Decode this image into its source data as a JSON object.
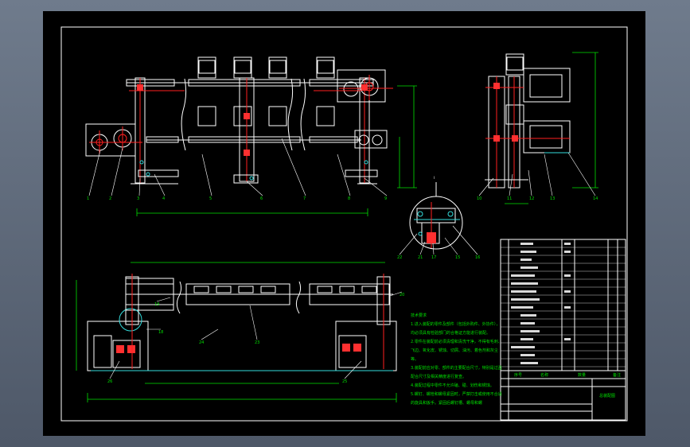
{
  "drawing": {
    "section_label": "I",
    "balloons": {
      "front_view": [
        "1",
        "2",
        "3",
        "4",
        "5",
        "6",
        "7",
        "8",
        "9"
      ],
      "side_view": [
        "10",
        "11",
        "12",
        "13",
        "14"
      ],
      "detail_view": [
        "22",
        "21",
        "17",
        "15",
        "16"
      ],
      "plan_view": [
        "20",
        "19",
        "18",
        "24",
        "23",
        "25",
        "26"
      ]
    },
    "tech_req_heading": "技术要求",
    "tech_req": [
      "1.进入装配的零件及部件（包括外购件、外协件），",
      "均必须具有检验部门的合格证方能进行装配。",
      "2.零件在装配前必须清理和清洗干净，不得有毛刺、",
      "飞边、氧化皮、锈蚀、切屑、油污、着色剂和灰尘",
      "等。",
      "3.装配前应对零、部件的主要配合尺寸，特别是过盈",
      "配合尺寸及相关精度进行复查。",
      "4.装配过程中零件不允许磕、碰、划伤和锈蚀。",
      "5.螺钉、螺栓和螺母紧固时，严禁打击或使用不合适",
      "的旋具和扳手。紧固后螺钉槽、螺母和螺"
    ],
    "title_block": {
      "header": [
        "序号",
        "名称",
        "数量",
        "备注"
      ],
      "drawing_name": "总装配图"
    }
  }
}
